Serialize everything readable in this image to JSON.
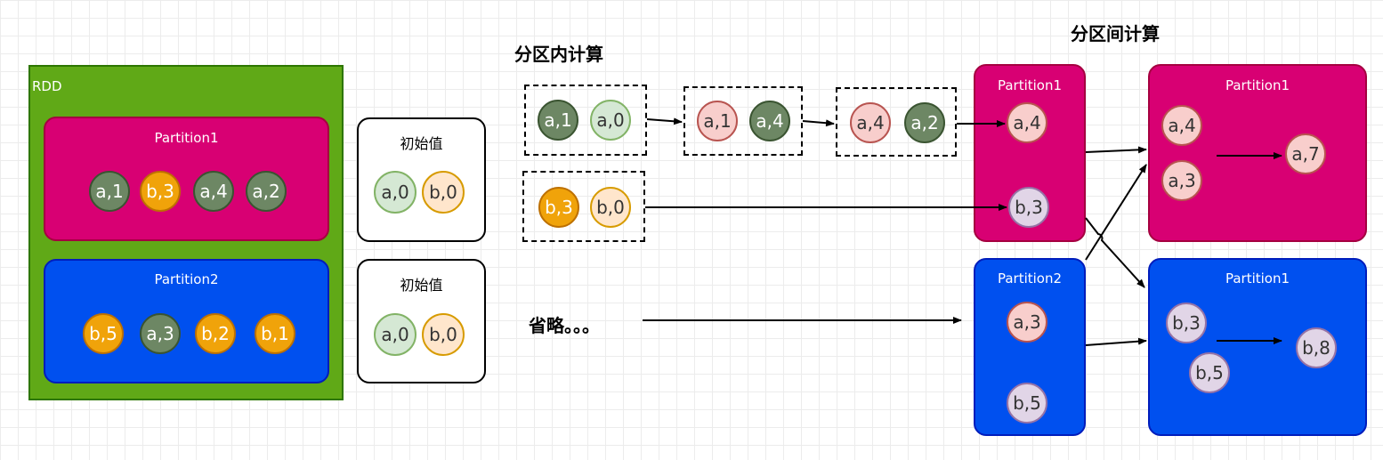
{
  "rdd": {
    "label": "RDD",
    "partition1": {
      "title": "Partition1",
      "items": [
        "a,1",
        "b,3",
        "a,4",
        "a,2"
      ]
    },
    "partition2": {
      "title": "Partition2",
      "items": [
        "b,5",
        "a,3",
        "b,2",
        "b,1"
      ]
    }
  },
  "initial_values": {
    "box1": {
      "title": "初始值",
      "items": [
        "a,0",
        "b,0"
      ]
    },
    "box2": {
      "title": "初始值",
      "items": [
        "a,0",
        "b,0"
      ]
    }
  },
  "within_partition": {
    "heading": "分区内计算",
    "row_a": {
      "step1": [
        "a,1",
        "a,0"
      ],
      "step2": [
        "a,1",
        "a,4"
      ],
      "step3": [
        "a,4",
        "a,2"
      ]
    },
    "row_b": [
      "b,3",
      "b,0"
    ],
    "omitted": "省略。。。"
  },
  "between_partition": {
    "heading": "分区间计算",
    "result_p1": {
      "title": "Partition1",
      "items": [
        "a,4",
        "b,3"
      ]
    },
    "result_p2": {
      "title": "Partition2",
      "items": [
        "a,3",
        "b,5"
      ]
    },
    "final_p1": {
      "title": "Partition1",
      "inputs": [
        "a,4",
        "a,3"
      ],
      "output": "a,7"
    },
    "final_p2": {
      "title": "Partition1",
      "inputs": [
        "b,3",
        "b,5"
      ],
      "output": "b,8"
    }
  }
}
